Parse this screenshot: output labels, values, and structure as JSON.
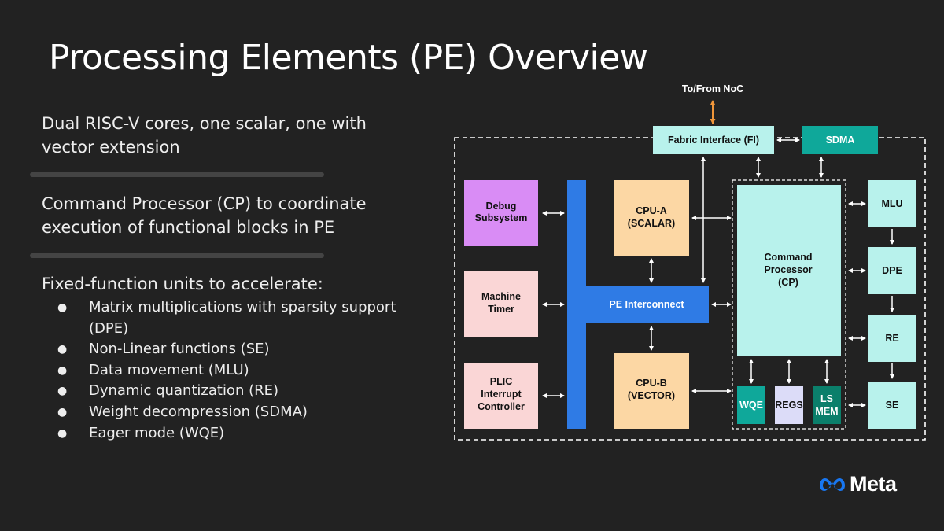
{
  "slide": {
    "title": "Processing Elements (PE) Overview",
    "points": [
      "Dual RISC-V cores, one scalar, one with vector extension",
      "Command Processor (CP) to coordinate execution of functional blocks in PE",
      "Fixed-function units to accelerate:"
    ],
    "bullets": [
      "Matrix multiplications with sparsity support (DPE)",
      "Non-Linear functions (SE)",
      "Data movement (MLU)",
      "Dynamic quantization (RE)",
      "Weight decompression (SDMA)",
      "Eager mode (WQE)"
    ],
    "bullet_glyph": "●",
    "logo_text": "Meta"
  },
  "diagram": {
    "noc_label": "To/From NoC",
    "fabric_interface": "Fabric Interface (FI)",
    "sdma": "SDMA",
    "debug": [
      "Debug",
      "Subsystem"
    ],
    "machine_timer": [
      "Machine",
      "Timer"
    ],
    "plic": [
      "PLIC",
      "Interrupt",
      "Controller"
    ],
    "cpu_a": [
      "CPU-A",
      "(SCALAR)"
    ],
    "cpu_b": [
      "CPU-B",
      "(VECTOR)"
    ],
    "pe_interconnect": "PE Interconnect",
    "cp": [
      "Command",
      "Processor",
      "(CP)"
    ],
    "wqe": "WQE",
    "regs": "REGS",
    "ls_mem": [
      "LS",
      "MEM"
    ],
    "mlu": "MLU",
    "dpe": "DPE",
    "re": "RE",
    "se": "SE",
    "colors": {
      "background": "#222222",
      "cyan_box": "#b8f2ec",
      "teal": "#0fa89a",
      "dark_teal": "#0b7f6b",
      "purple": "#d98cf5",
      "pink": "#fad6d6",
      "peach": "#fcd7a4",
      "blue": "#2f7be5",
      "lavender": "#dcdcf8",
      "orange_arrow": "#f0963a",
      "meta_blue": "#1877f2"
    }
  }
}
